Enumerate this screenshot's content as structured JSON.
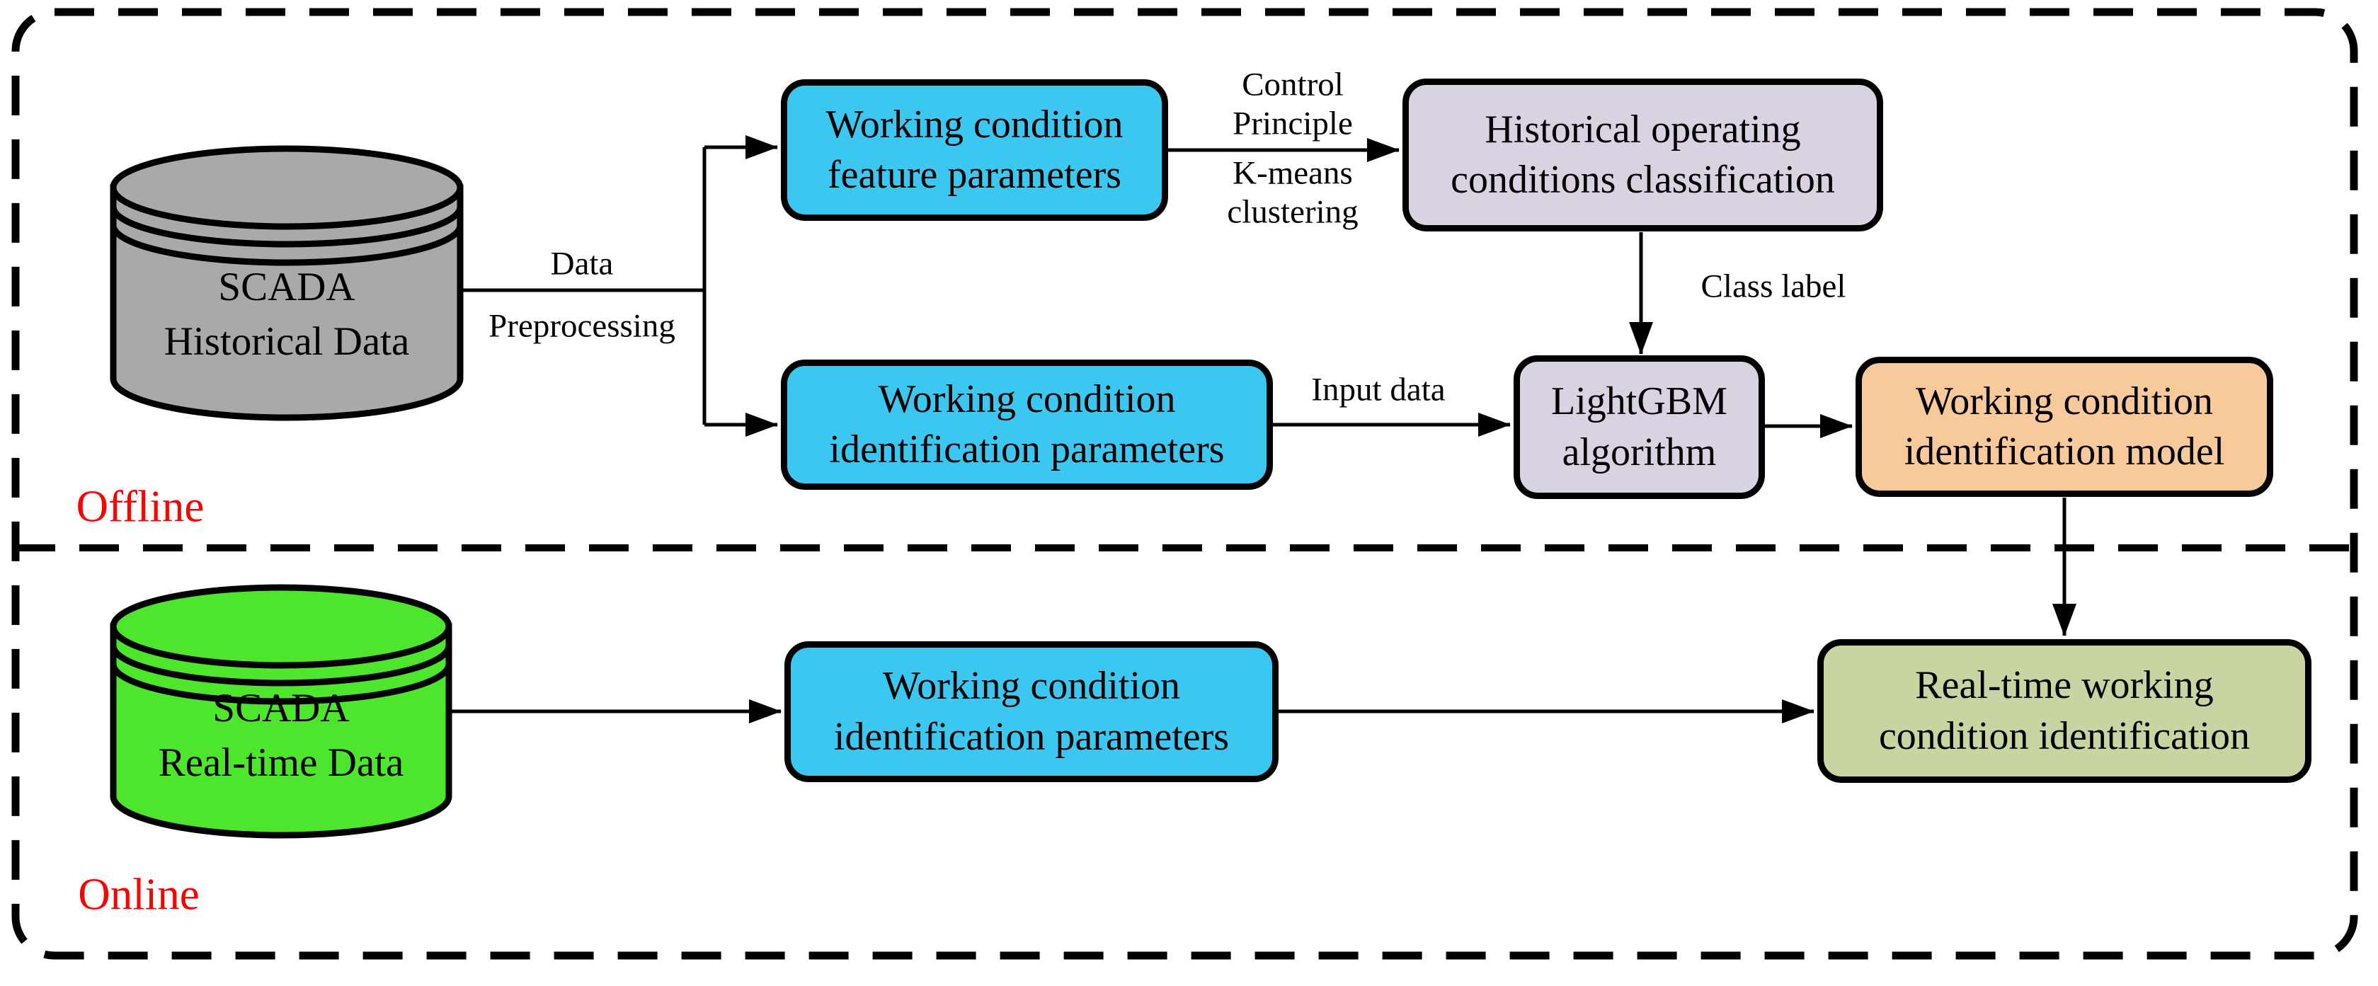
{
  "diagram": {
    "regions": {
      "offline": {
        "label": "Offline"
      },
      "online": {
        "label": "Online"
      }
    },
    "nodes": {
      "scada_historical": {
        "label": "SCADA\nHistorical Data",
        "fill": "#a9a9a9"
      },
      "feature_params": {
        "label": "Working condition\nfeature parameters",
        "fill": "#3cc7f0"
      },
      "hist_classification": {
        "label": "Historical operating\nconditions classification",
        "fill": "#d9d3e1"
      },
      "ident_params_offline": {
        "label": "Working condition\nidentification parameters",
        "fill": "#3cc7f0"
      },
      "lightgbm": {
        "label": "LightGBM\nalgorithm",
        "fill": "#d9d3e1"
      },
      "ident_model": {
        "label": "Working condition\nidentification model",
        "fill": "#f8c99b"
      },
      "scada_realtime": {
        "label": "SCADA\nReal-time Data",
        "fill": "#4ee62c"
      },
      "ident_params_online": {
        "label": "Working condition\nidentification parameters",
        "fill": "#3cc7f0"
      },
      "realtime_ident": {
        "label": "Real-time working\ncondition identification",
        "fill": "#c8d5a2"
      }
    },
    "edge_labels": {
      "data": "Data",
      "preprocessing": "Preprocessing",
      "control_principle": "Control\nPrinciple",
      "kmeans": "K-means\nclustering",
      "input_data": "Input data",
      "class_label": "Class label"
    },
    "colors": {
      "region_label": "#ff0000",
      "line": "#000000",
      "background": "#ffffff"
    }
  }
}
